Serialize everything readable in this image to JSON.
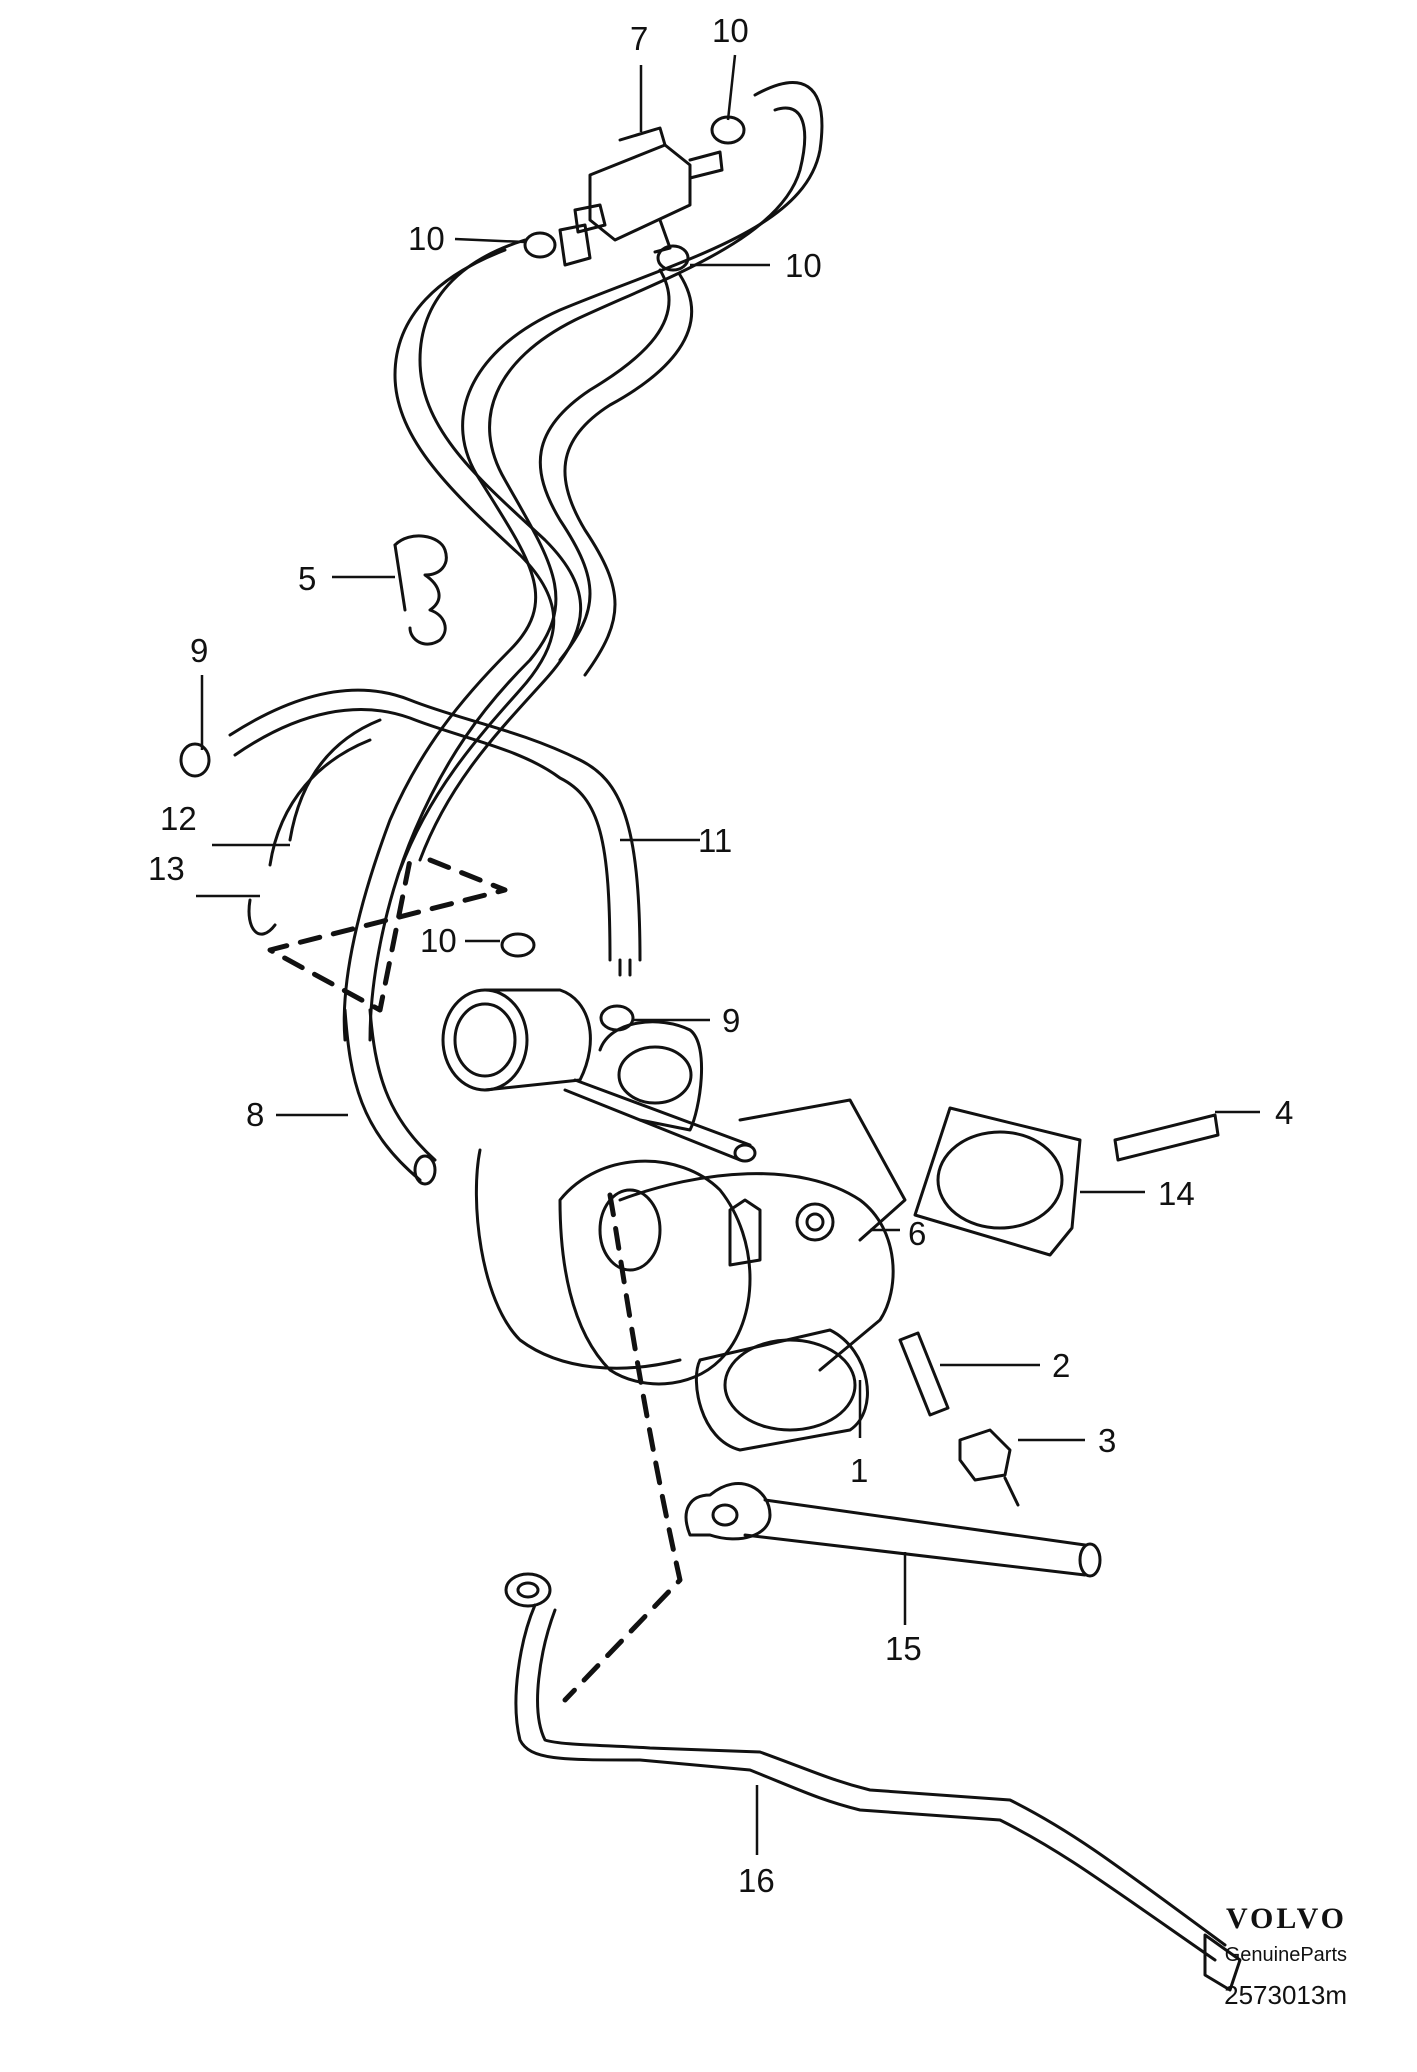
{
  "diagram": {
    "labels": [
      "1",
      "2",
      "3",
      "4",
      "5",
      "6",
      "7",
      "8",
      "9",
      "9",
      "10",
      "10",
      "10",
      "10",
      "11",
      "12",
      "13",
      "14",
      "15",
      "16"
    ]
  },
  "brand": {
    "logo": "VOLVO",
    "subtitle": "GenuineParts",
    "code": "2573013m"
  },
  "colors": {
    "line": "#111111",
    "background": "#ffffff"
  }
}
